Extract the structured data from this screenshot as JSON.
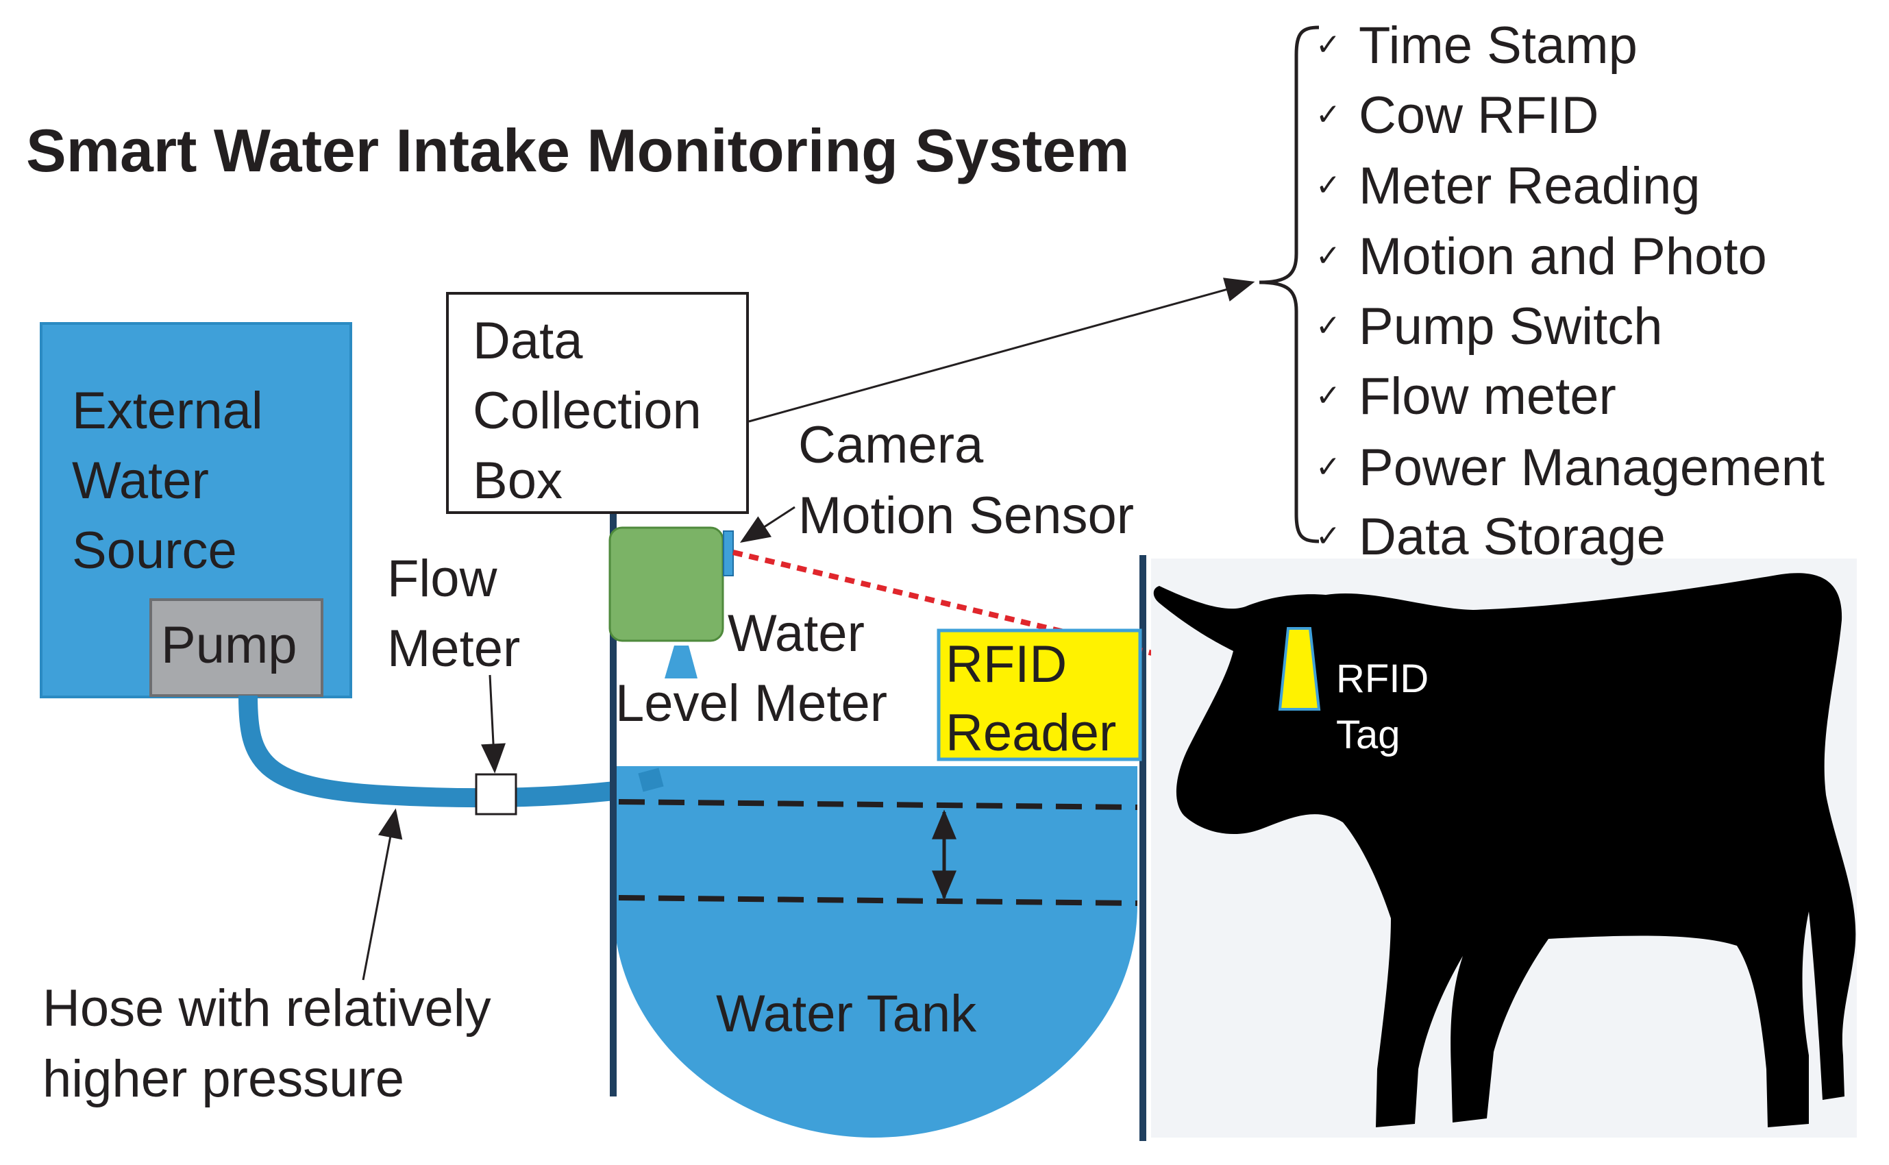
{
  "title": "Smart Water Intake Monitoring System",
  "external_source": {
    "line1": "External",
    "line2": "Water",
    "line3": "Source"
  },
  "pump": "Pump",
  "flow_meter": {
    "line1": "Flow",
    "line2": "Meter"
  },
  "data_box": {
    "line1": "Data",
    "line2": "Collection",
    "line3": "Box"
  },
  "camera": {
    "line1": "Camera",
    "line2": "Motion Sensor"
  },
  "water_level": {
    "line1": "Water",
    "line2": "Level Meter"
  },
  "rfid_reader": {
    "line1": "RFID",
    "line2": "Reader"
  },
  "rfid_tag": {
    "line1": "RFID",
    "line2": "Tag"
  },
  "tank": "Water Tank",
  "hose": {
    "line1": "Hose with relatively",
    "line2": "higher pressure"
  },
  "check_mark": "✓",
  "features": [
    "Time Stamp",
    "Cow RFID",
    "Meter Reading",
    "Motion and Photo",
    "Pump Switch",
    "Flow meter",
    "Power Management",
    "Data Storage"
  ],
  "colors": {
    "water_blue": "#3fa0d9",
    "hose_blue": "#2b8ac2",
    "pump_gray": "#a7a9ac",
    "sensor_green": "#7bb366",
    "rfid_yellow": "#fff200",
    "laser_red": "#e0262c",
    "post_navy": "#1f3f5f",
    "cow_black": "#000000",
    "cow_background": "#f2f4f7"
  }
}
